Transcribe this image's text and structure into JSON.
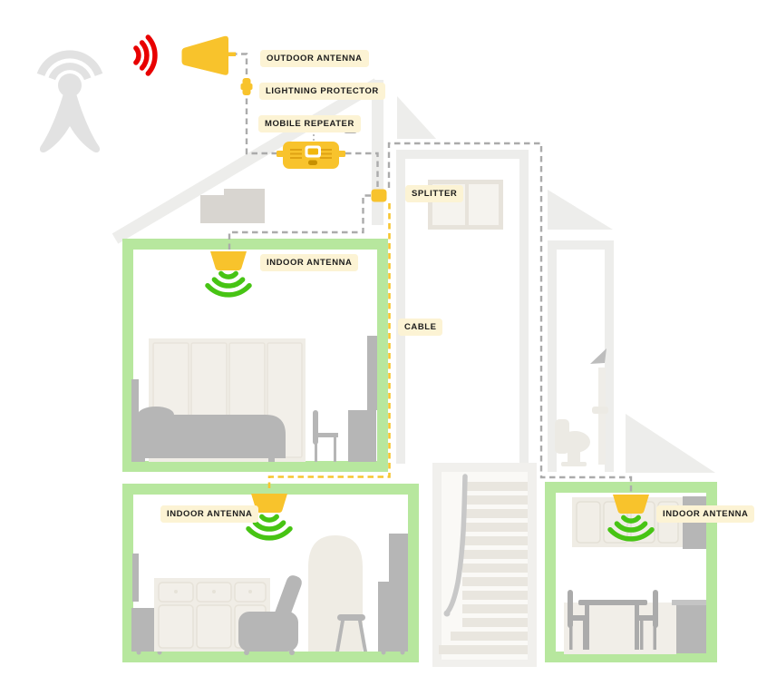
{
  "diagram": {
    "labels": {
      "outdoor_antenna": "OUTDOOR ANTENNA",
      "lightning_protector": "LIGHTNING PROTECTOR",
      "mobile_repeater": "MOBILE REPEATER",
      "splitter": "SPLITTER",
      "cable": "CABLE",
      "indoor_antenna_bedroom": "INDOOR ANTENNA",
      "indoor_antenna_living": "INDOOR ANTENNA",
      "indoor_antenna_kitchen": "INDOOR ANTENNA"
    },
    "icons": [
      "cell-tower-icon",
      "red-signal-waves-icon",
      "outdoor-antenna-icon",
      "lightning-protector-icon",
      "mobile-repeater-icon",
      "power-adapter-icon",
      "splitter-icon",
      "indoor-antenna-icon",
      "green-signal-waves-icon"
    ],
    "colors": {
      "device_yellow": "#F8C32C",
      "device_yellow_dark": "#DFA313",
      "cable_yellow": "#F7C52F",
      "cable_gray": "#ABABAB",
      "label_bg": "#FCF3D4",
      "label_text": "#1C1C1C",
      "room_border_green": "#B7E79E",
      "signal_green": "#47C414",
      "signal_red": "#E80000",
      "house_gray": "#EDEDEB",
      "chimney_gray": "#D8D5D0",
      "furniture_gray": "#B6B6B6",
      "furniture_beige": "#F0EDE6",
      "tower_gray": "#E2E2E2"
    }
  }
}
